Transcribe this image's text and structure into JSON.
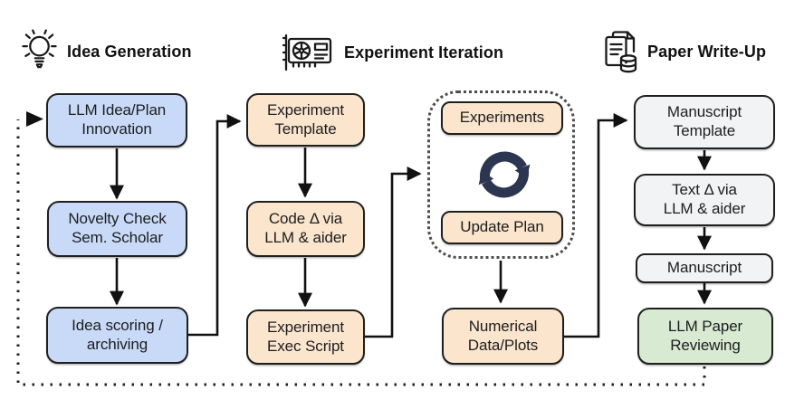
{
  "figure": {
    "sections": [
      {
        "label": "Idea Generation",
        "icon": "lightbulb-icon"
      },
      {
        "label": "Experiment Iteration",
        "icon": "gpu-icon"
      },
      {
        "label": "Paper Write-Up",
        "icon": "paper-database-icon"
      }
    ],
    "nodes": {
      "idea_plan": {
        "label": "LLM Idea/Plan\nInnovation"
      },
      "novelty_check": {
        "label": "Novelty Check\nSem. Scholar"
      },
      "idea_scoring": {
        "label": "Idea scoring /\narchiving"
      },
      "experiment_template": {
        "label": "Experiment\nTemplate"
      },
      "code_delta": {
        "label": "Code Δ via\nLLM & aider"
      },
      "exec_script": {
        "label": "Experiment\nExec Script"
      },
      "experiments": {
        "label": "Experiments"
      },
      "update_plan": {
        "label": "Update Plan"
      },
      "numerical_data": {
        "label": "Numerical\nData/Plots"
      },
      "manuscript_template": {
        "label": "Manuscript\nTemplate"
      },
      "text_delta": {
        "label": "Text Δ via\nLLM & aider"
      },
      "manuscript": {
        "label": "Manuscript"
      },
      "llm_review": {
        "label": "LLM Paper\nReviewing"
      }
    },
    "colors": {
      "idea_fill": "#c9daf8",
      "experiment_fill": "#fce5cd",
      "writeup_fill": "#f1f3f4",
      "review_fill": "#d9ead3",
      "node_border": "#1f1f1f",
      "cycle_icon": "#2c3650",
      "connector": "#111111"
    }
  }
}
